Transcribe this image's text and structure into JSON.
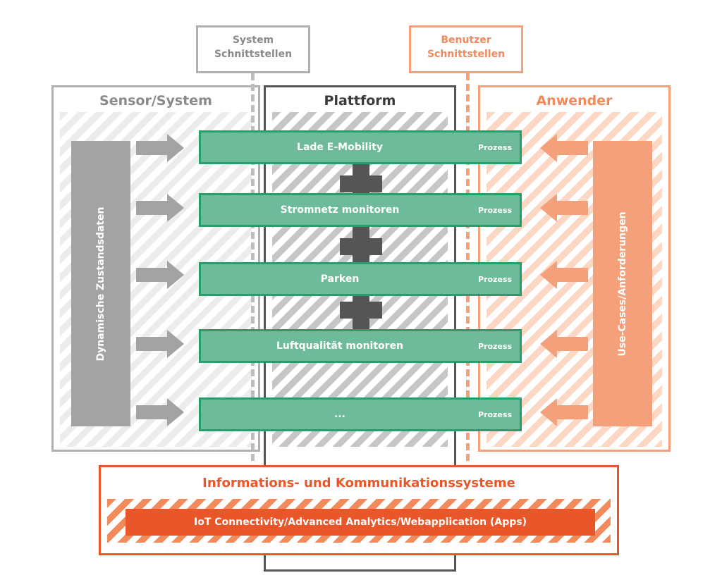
{
  "interfaces": {
    "system": "System\nSchnittstellen",
    "user": "Benutzer\nSchnittstellen"
  },
  "columns": {
    "sensor": "Sensor/System",
    "platform": "Plattform",
    "user": "Anwender"
  },
  "left_bar": "Dynamische Zustandsdaten",
  "right_bar": "Use-Cases/Anforderungen",
  "processes": [
    {
      "label": "Lade E-Mobility",
      "tag": "Prozess"
    },
    {
      "label": "Stromnetz monitoren",
      "tag": "Prozess"
    },
    {
      "label": "Parken",
      "tag": "Prozess"
    },
    {
      "label": "Luftqualität monitoren",
      "tag": "Prozess"
    },
    {
      "label": "...",
      "tag": "Prozess"
    }
  ],
  "ikt": {
    "title": "Informations- und Kommunikationssysteme",
    "bar": "IoT Connectivity/Advanced Analytics/Webapplication (Apps)"
  },
  "colors": {
    "process_fill": "#6dbb9a",
    "process_border": "#26a06a",
    "orange": "#f4a07a",
    "red": "#e8562a",
    "gray": "#a3a3a3",
    "dark": "#555555"
  }
}
